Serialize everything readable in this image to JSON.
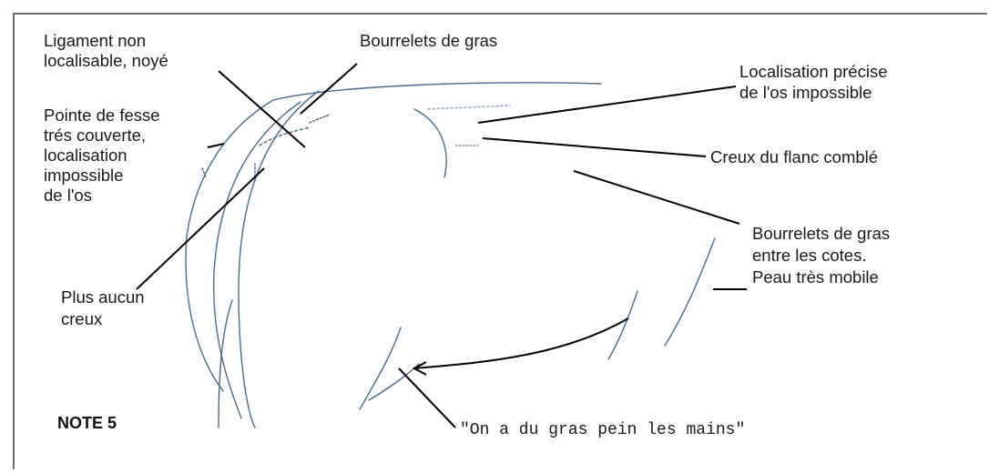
{
  "note": "NOTE 5",
  "labels": {
    "ligament": [
      "Ligament non",
      "localisable, noyé"
    ],
    "bourrelets_top": "Bourrelets de gras",
    "pointe": [
      "Pointe de fesse",
      "trés couverte,",
      "localisation",
      "impossible",
      "de l'os"
    ],
    "plus_aucun": [
      "Plus aucun",
      "creux"
    ],
    "localisation_os": [
      "Localisation précise",
      "de l'os impossible"
    ],
    "creux_flanc": "Creux du flanc comblé",
    "bourrelets_cotes": [
      "Bourrelets de gras",
      "entre les cotes.",
      "Peau très mobile"
    ],
    "gras_mains": "\"On a du gras pein les mains\""
  },
  "colors": {
    "line": "#000000",
    "outline": "#4a6a8a"
  }
}
